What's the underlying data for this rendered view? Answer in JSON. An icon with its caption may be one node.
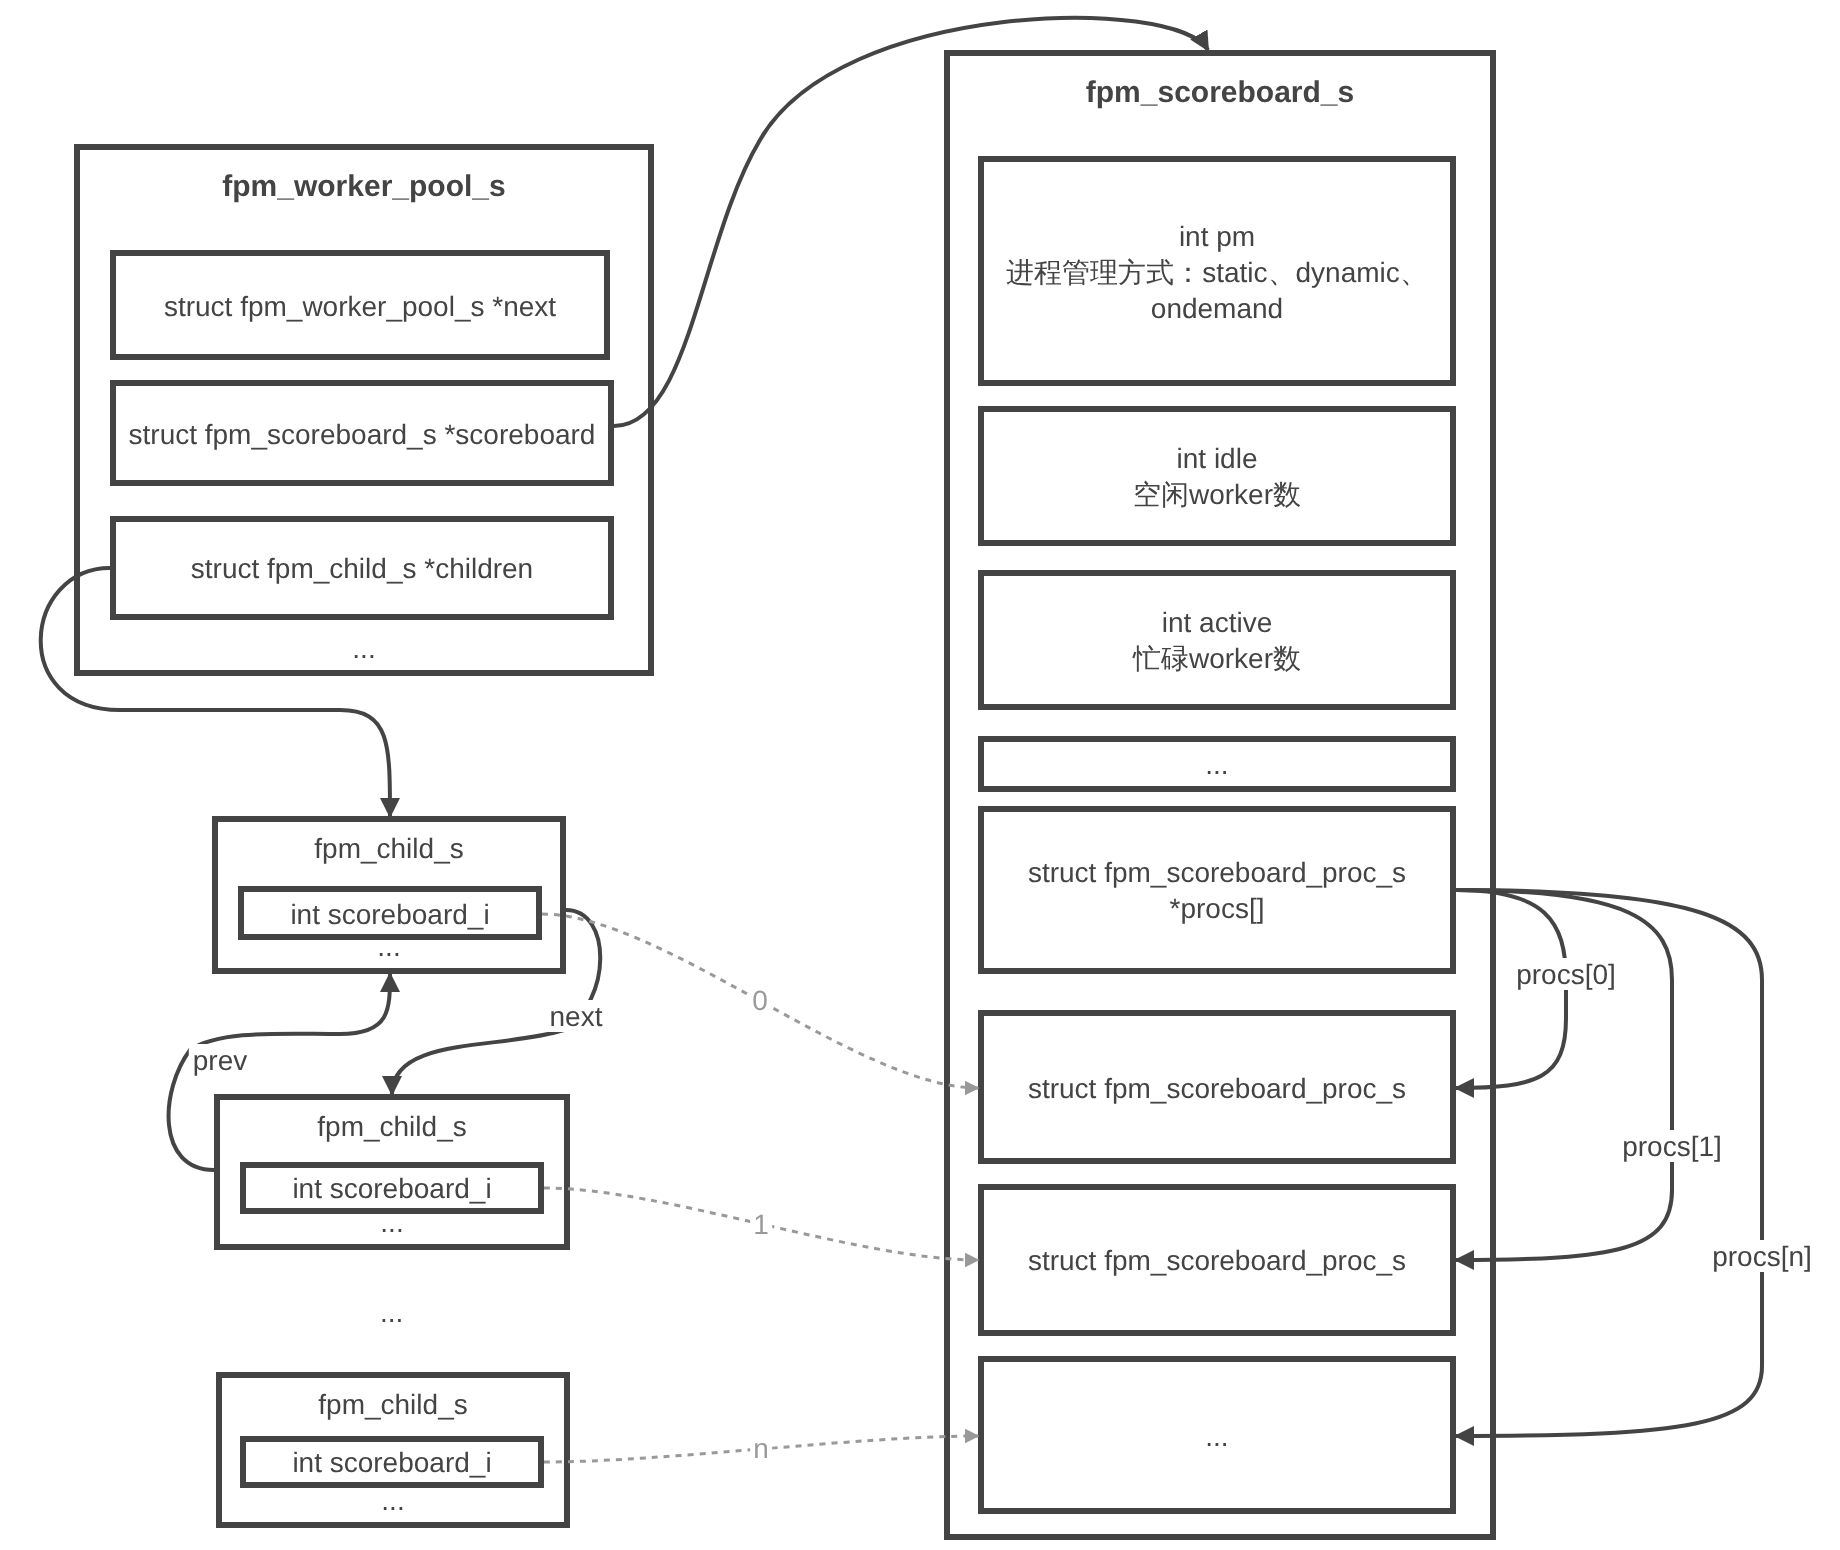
{
  "diagram": {
    "nodes": [
      {
        "text": [
          "fpm_worker_pool_s",
          "..."
        ]
      },
      {
        "text": [
          "struct fpm_worker_pool_s *next"
        ],
        "in": 0
      },
      {
        "text": [
          "struct fpm_scoreboard_s *scoreboard"
        ],
        "in": 0
      },
      {
        "text": [
          "struct fpm_child_s *children"
        ],
        "in": 0
      },
      {
        "text": [
          "fpm_child_s",
          "..."
        ]
      },
      {
        "text": [
          "int scoreboard_i"
        ],
        "in": 4
      },
      {
        "text": [
          "fpm_child_s",
          "..."
        ]
      },
      {
        "text": [
          "int scoreboard_i"
        ],
        "in": 6
      },
      {
        "text": [
          "fpm_child_s",
          "..."
        ]
      },
      {
        "text": [
          "int scoreboard_i"
        ],
        "in": 8
      },
      {
        "text": [
          "fpm_scoreboard_s"
        ]
      },
      {
        "text": [
          "int pm",
          "进程管理方式：static、dynamic、ondemand"
        ],
        "in": 10
      },
      {
        "text": [
          "int idle",
          "空闲worker数"
        ],
        "in": 10
      },
      {
        "text": [
          "int active",
          "忙碌worker数"
        ],
        "in": 10
      },
      {
        "text": [
          "..."
        ],
        "in": 10
      },
      {
        "text": [
          "struct fpm_scoreboard_proc_s *procs[]"
        ],
        "in": 10
      },
      {
        "text": [
          "struct fpm_scoreboard_proc_s"
        ],
        "in": 10
      },
      {
        "text": [
          "struct fpm_scoreboard_proc_s"
        ],
        "in": 10
      },
      {
        "text": [
          "..."
        ],
        "in": 10
      }
    ],
    "edges": [
      {
        "from": 2,
        "to": 10,
        "arrow": "to"
      },
      {
        "from": 3,
        "to": 4,
        "arrow": "to"
      },
      {
        "from": 4,
        "to": 6,
        "arrow": "to",
        "label": "next"
      },
      {
        "from": 6,
        "to": 4,
        "arrow": "to",
        "label": "prev"
      },
      {
        "from": 5,
        "to": 16,
        "arrow": "to",
        "label": "0",
        "style": "dashed",
        "color": "#999999"
      },
      {
        "from": 7,
        "to": 17,
        "arrow": "to",
        "label": "1",
        "style": "dashed",
        "color": "#999999"
      },
      {
        "from": 9,
        "to": 18,
        "arrow": "to",
        "label": "n",
        "style": "dashed",
        "color": "#999999"
      },
      {
        "from": 15,
        "to": 16,
        "arrow": "to",
        "label": "procs[0]"
      },
      {
        "from": 15,
        "to": 17,
        "arrow": "to",
        "label": "procs[1]"
      },
      {
        "from": 15,
        "to": 18,
        "arrow": "to",
        "label": "procs[n]"
      }
    ],
    "labels": [
      "..."
    ]
  }
}
